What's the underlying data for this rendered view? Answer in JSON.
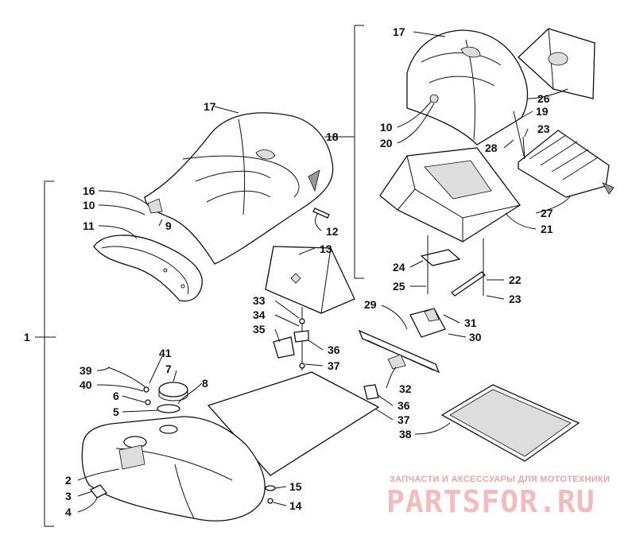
{
  "callouts": {
    "c1": "1",
    "c2": "2",
    "c3": "3",
    "c4": "4",
    "c5": "5",
    "c6": "6",
    "c7": "7",
    "c8": "8",
    "c9": "9",
    "c10a": "10",
    "c10b": "10",
    "c11": "11",
    "c12": "12",
    "c13": "13",
    "c14": "14",
    "c15": "15",
    "c16": "16",
    "c17a": "17",
    "c17b": "17",
    "c18": "18",
    "c19": "19",
    "c20": "20",
    "c21": "21",
    "c22": "22",
    "c23a": "23",
    "c23b": "23",
    "c24": "24",
    "c25": "25",
    "c26": "26",
    "c27": "27",
    "c28": "28",
    "c29": "29",
    "c30": "30",
    "c31": "31",
    "c32": "32",
    "c33": "33",
    "c34": "34",
    "c35": "35",
    "c36a": "36",
    "c36b": "36",
    "c37a": "37",
    "c37b": "37",
    "c38": "38",
    "c39": "39",
    "c40": "40",
    "c41": "41"
  },
  "watermark": {
    "tagline": "ЗАПЧАСТИ И АКСЕССУАРЫ ДЛЯ МОТОТЕХНИКИ",
    "logo": "PARTSFOR.RU"
  },
  "colors": {
    "line": "#111111",
    "watermark": "#f2bcbc"
  }
}
